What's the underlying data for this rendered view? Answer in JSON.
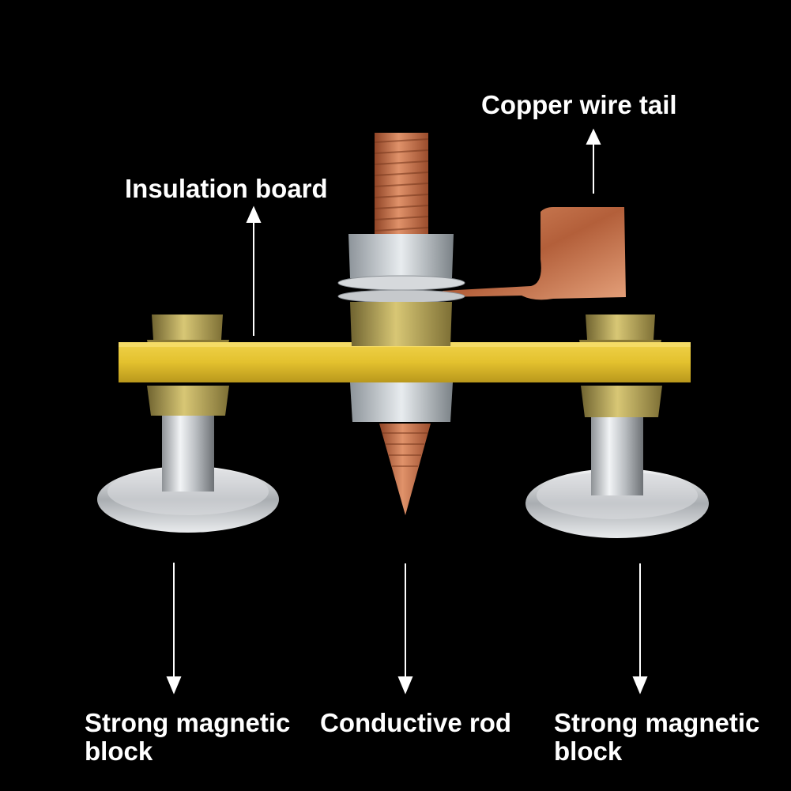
{
  "labels": {
    "copper_wire_tail": "Copper wire tail",
    "insulation_board": "Insulation board",
    "magnet_left_line1": "Strong magnetic",
    "magnet_left_line2": "block",
    "conductive_rod": "Conductive rod",
    "magnet_right_line1": "Strong magnetic",
    "magnet_right_line2": "block"
  },
  "colors": {
    "background": "#000000",
    "text": "#ffffff",
    "arrow": "#ffffff",
    "insulation_board": "#e2c22c",
    "copper": "#c46a42",
    "brass_nut": "#b8a046",
    "steel": "#c9ccd0"
  }
}
